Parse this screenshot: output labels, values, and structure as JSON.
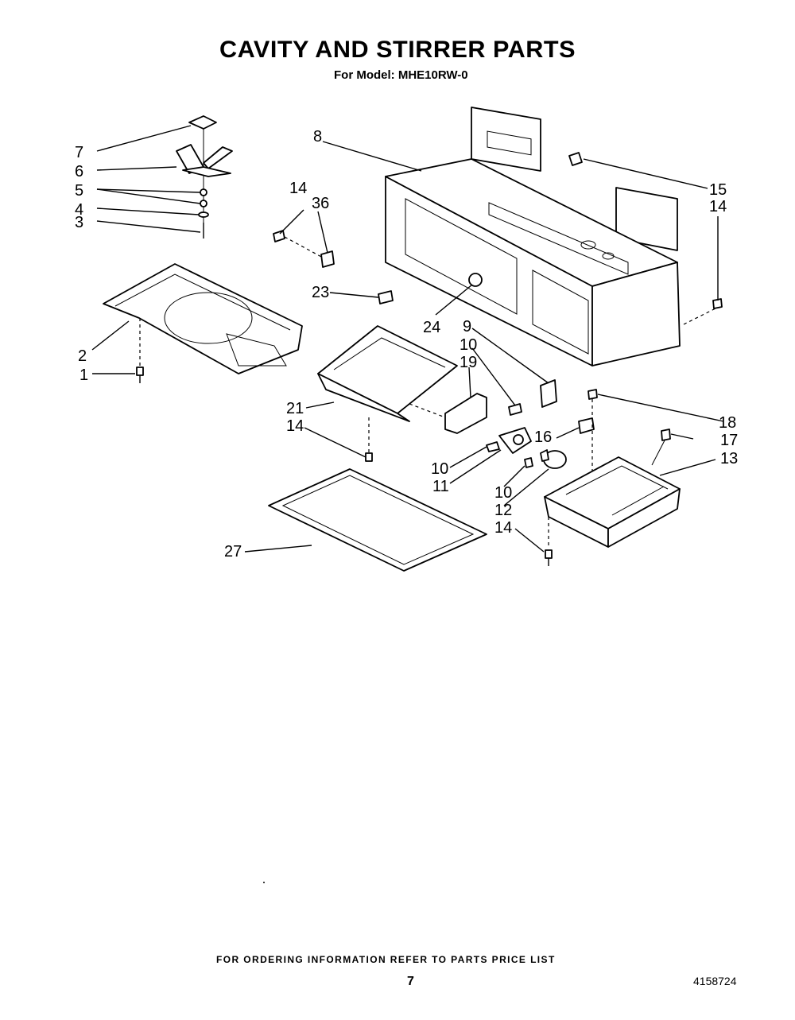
{
  "header": {
    "title": "CAVITY AND STIRRER PARTS",
    "subtitle": "For Model: MHE10RW-0"
  },
  "callouts": {
    "c1": "1",
    "c2": "2",
    "c3": "3",
    "c4": "4",
    "c5": "5",
    "c6": "6",
    "c7": "7",
    "c8": "8",
    "c9": "9",
    "c10a": "10",
    "c10b": "10",
    "c10c": "10",
    "c11": "11",
    "c12": "12",
    "c13": "13",
    "c14a": "14",
    "c14b": "14",
    "c14c": "14",
    "c14d": "14",
    "c15": "15",
    "c16": "16",
    "c17": "17",
    "c18": "18",
    "c19": "19",
    "c21": "21",
    "c23": "23",
    "c24": "24",
    "c27": "27",
    "c36": "36"
  },
  "footer": {
    "ordering_note": "FOR ORDERING INFORMATION REFER TO PARTS PRICE LIST",
    "page_number": "7",
    "document_number": "4158724"
  }
}
